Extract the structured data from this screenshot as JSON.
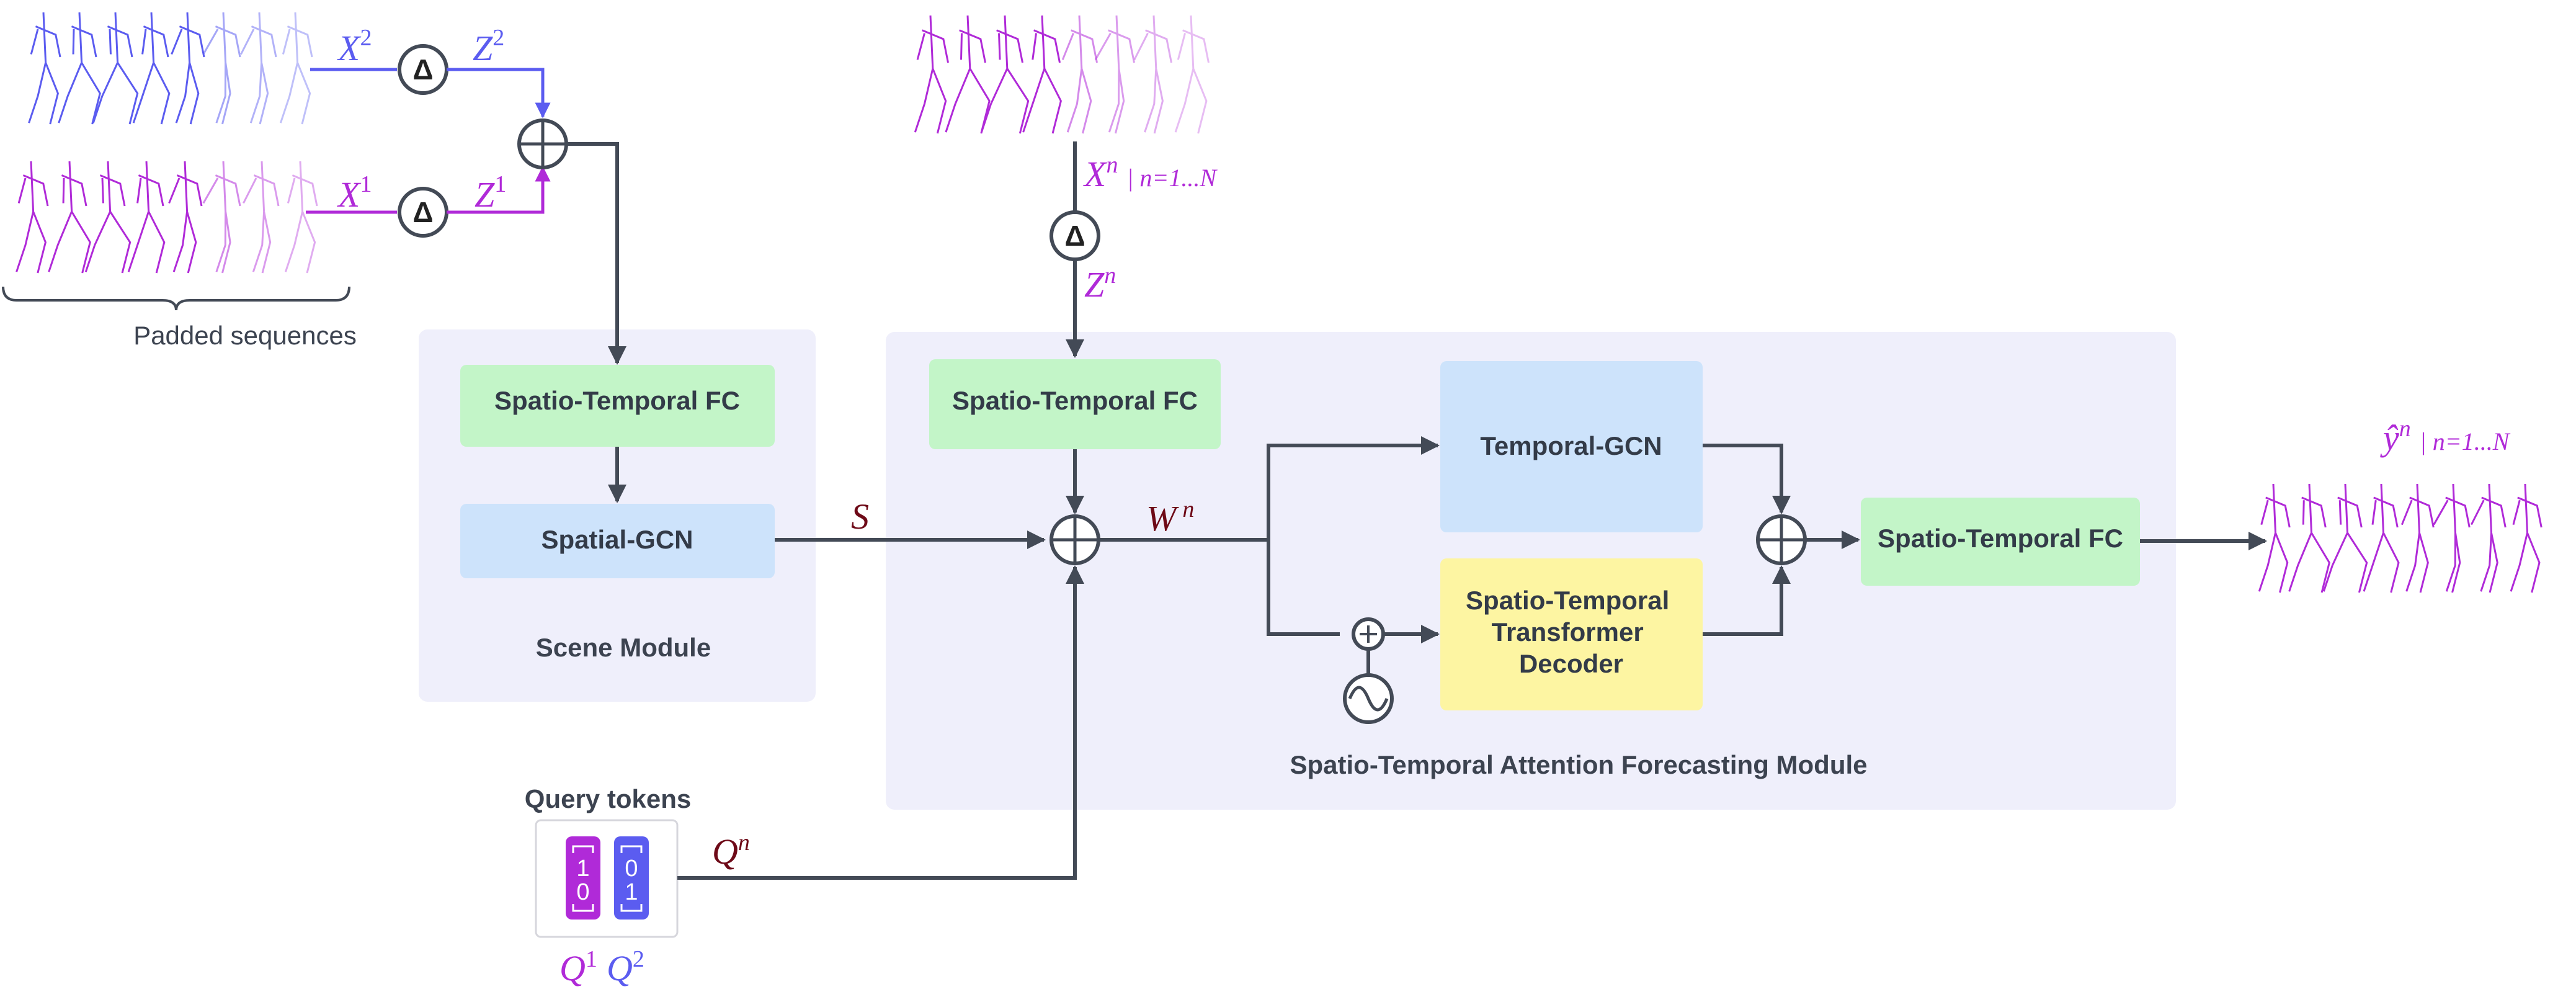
{
  "colors": {
    "blue_seq": "#5b5cf0",
    "purple_seq": "#b02ad8",
    "dark_red": "#6e0a18",
    "flow": "#434a56",
    "module_bg": "#efeffb",
    "fc_green": "#c3f5c8",
    "gcn_blue": "#cde3fb",
    "decoder_yellow": "#fdf5a2"
  },
  "icons": {
    "delta": "delta-operator-icon",
    "sum": "circled-plus-icon",
    "positional_encoding": "sine-wave-icon"
  },
  "inputs": {
    "padded_sequences_label": "Padded sequences",
    "x2": {
      "base": "X",
      "sup": "2"
    },
    "z2": {
      "base": "Z",
      "sup": "2"
    },
    "x1": {
      "base": "X",
      "sup": "1"
    },
    "z1": {
      "base": "Z",
      "sup": "1"
    },
    "xn": {
      "base": "X",
      "sup": "n",
      "range": "| n=1...N"
    },
    "zn": {
      "base": "Z",
      "sup": "n"
    },
    "delta_symbol": "Δ"
  },
  "scene_module": {
    "title": "Scene Module",
    "fc_label": "Spatio-Temporal FC",
    "gcn_label": "Spatial-GCN",
    "output_symbol": "S"
  },
  "forecasting_module": {
    "title": "Spatio-Temporal Attention Forecasting Module",
    "fc_in_label": "Spatio-Temporal FC",
    "w_symbol": {
      "base": "W",
      "sup": "n"
    },
    "temporal_gcn_label": "Temporal-GCN",
    "decoder_lines": [
      "Spatio-Temporal",
      "Transformer",
      "Decoder"
    ],
    "fc_out_label": "Spatio-Temporal FC"
  },
  "query_tokens": {
    "title": "Query tokens",
    "token1_values": [
      "1",
      "0"
    ],
    "token2_values": [
      "0",
      "1"
    ],
    "q1": {
      "base": "Q",
      "sup": "1"
    },
    "q2": {
      "base": "Q",
      "sup": "2"
    },
    "qn": {
      "base": "Q",
      "sup": "n"
    }
  },
  "output": {
    "y_hat": {
      "base": "ŷ",
      "sup": "n",
      "range": "| n=1...N"
    }
  }
}
